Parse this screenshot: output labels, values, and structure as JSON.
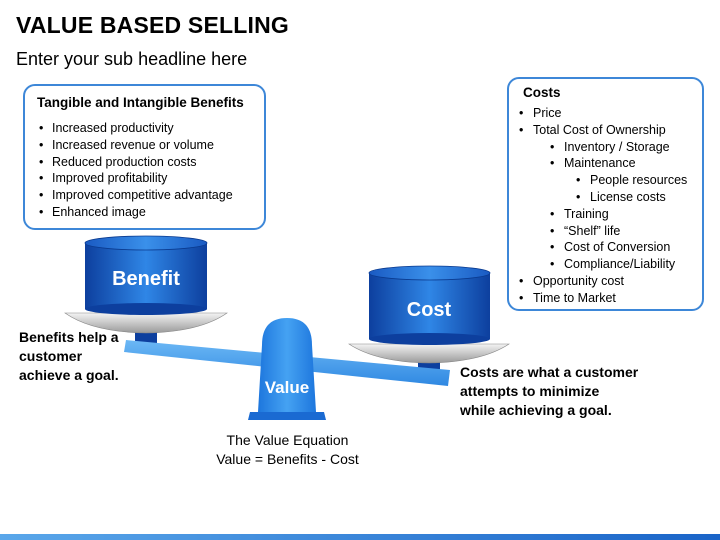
{
  "header": {
    "title": "VALUE BASED SELLING",
    "subtitle": "Enter your sub headline here"
  },
  "benefits_box": {
    "title": "Tangible and Intangible Benefits",
    "items": [
      "Increased productivity",
      "Increased revenue or volume",
      "Reduced production costs",
      "Improved profitability",
      "Improved competitive advantage",
      "Enhanced image"
    ]
  },
  "costs_box": {
    "title": "Costs",
    "items": [
      {
        "text": "Price",
        "level": 0
      },
      {
        "text": "Total Cost of Ownership",
        "level": 0
      },
      {
        "text": "Inventory / Storage",
        "level": 1
      },
      {
        "text": "Maintenance",
        "level": 1
      },
      {
        "text": "People resources",
        "level": 2
      },
      {
        "text": "License costs",
        "level": 2
      },
      {
        "text": "Training",
        "level": 1
      },
      {
        "text": "“Shelf” life",
        "level": 1
      },
      {
        "text": "Cost of Conversion",
        "level": 1
      },
      {
        "text": "Compliance/Liability",
        "level": 1
      },
      {
        "text": "Opportunity cost",
        "level": 0
      },
      {
        "text": "Time to Market",
        "level": 0
      }
    ]
  },
  "scale": {
    "benefit_label": "Benefit",
    "cost_label": "Cost",
    "value_label": "Value"
  },
  "left_note": [
    "Benefits help a",
    "customer",
    "achieve a goal."
  ],
  "right_note": [
    "Costs are what a customer",
    "attempts to minimize",
    "while achieving a goal."
  ],
  "equation": [
    "The Value Equation",
    "Value = Benefits - Cost"
  ],
  "colors": {
    "accent": "#3d87d8",
    "cylinder_dark": "#0d3f9e",
    "cylinder_light": "#2f86e6",
    "beam": "#4ea6f0"
  }
}
